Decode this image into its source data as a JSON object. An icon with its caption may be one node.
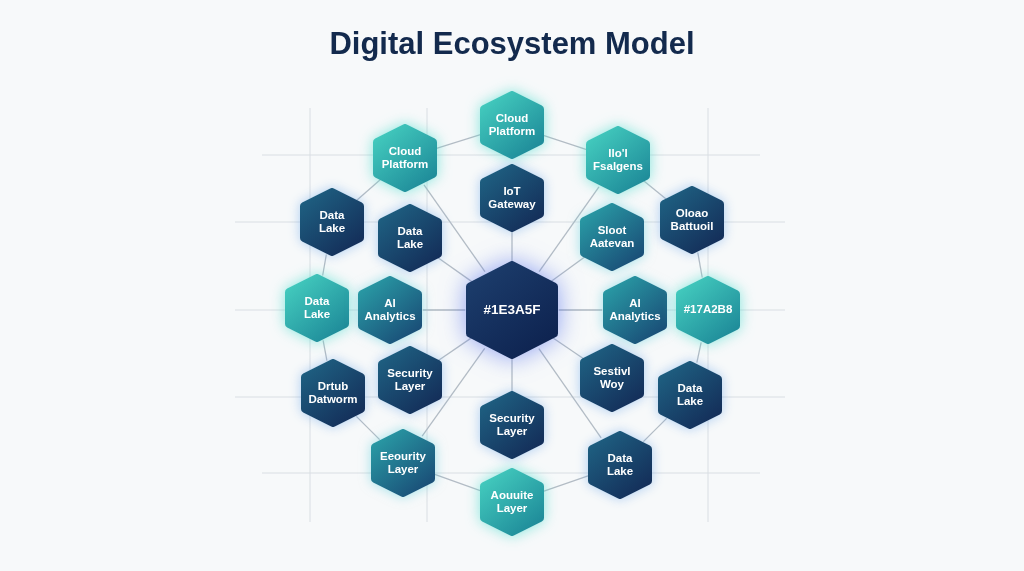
{
  "diagram": {
    "title": "Digital Ecosystem Model",
    "nodes": [
      {
        "text": [
          "Cloud Platform"
        ]
      },
      {
        "text": [
          "Cloud Platform"
        ]
      },
      {
        "text": [
          "Ilo'I Fsalgens"
        ]
      },
      {
        "text": [
          "Data Lake"
        ]
      },
      {
        "text": [
          "IoT Gateway"
        ]
      },
      {
        "text": [
          "Data Lake"
        ]
      },
      {
        "text": [
          "Sloot Aatevan"
        ]
      },
      {
        "text": [
          "Oloao Battuoil"
        ]
      },
      {
        "text": [
          "Data Lake"
        ]
      },
      {
        "text": [
          "AI Analytics"
        ]
      },
      {
        "text": [
          "#1E3A5F"
        ]
      },
      {
        "text": [
          "AI Analytics"
        ]
      },
      {
        "text": [
          "#17A2B8"
        ]
      },
      {
        "text": [
          "Drtub Datworm"
        ]
      },
      {
        "text": [
          "Security Layer"
        ]
      },
      {
        "text": [
          "Sestivl Woy"
        ]
      },
      {
        "text": [
          "Data Lake"
        ]
      },
      {
        "text": [
          "Security Layer"
        ]
      },
      {
        "text": [
          "Eeourity Layer"
        ]
      },
      {
        "text": [
          "Data Lake"
        ]
      },
      {
        "text": [
          "Aouuite Layer"
        ]
      }
    ],
    "edges": [
      {
        "from": 0,
        "to": 1,
        "arrow": "none"
      },
      {
        "from": 0,
        "to": 2,
        "arrow": "none"
      },
      {
        "from": 1,
        "to": 3,
        "arrow": "none"
      },
      {
        "from": 2,
        "to": 7,
        "arrow": "none"
      },
      {
        "from": 3,
        "to": 8,
        "arrow": "none"
      },
      {
        "from": 7,
        "to": 12,
        "arrow": "none"
      },
      {
        "from": 8,
        "to": 13,
        "arrow": "none"
      },
      {
        "from": 12,
        "to": 16,
        "arrow": "none"
      },
      {
        "from": 13,
        "to": 18,
        "arrow": "none"
      },
      {
        "from": 16,
        "to": 19,
        "arrow": "none"
      },
      {
        "from": 18,
        "to": 20,
        "arrow": "none"
      },
      {
        "from": 20,
        "to": 19,
        "arrow": "none"
      },
      {
        "from": 10,
        "to": 1,
        "arrow": "none"
      },
      {
        "from": 10,
        "to": 2,
        "arrow": "none"
      },
      {
        "from": 10,
        "to": 4,
        "arrow": "none"
      },
      {
        "from": 10,
        "to": 5,
        "arrow": "none"
      },
      {
        "from": 10,
        "to": 6,
        "arrow": "none"
      },
      {
        "from": 10,
        "to": 9,
        "arrow": "none"
      },
      {
        "from": 10,
        "to": 11,
        "arrow": "none"
      },
      {
        "from": 10,
        "to": 14,
        "arrow": "none"
      },
      {
        "from": 10,
        "to": 15,
        "arrow": "none"
      },
      {
        "from": 10,
        "to": 17,
        "arrow": "none"
      },
      {
        "from": 10,
        "to": 18,
        "arrow": "none"
      },
      {
        "from": 10,
        "to": 19,
        "arrow": "none"
      }
    ]
  }
}
